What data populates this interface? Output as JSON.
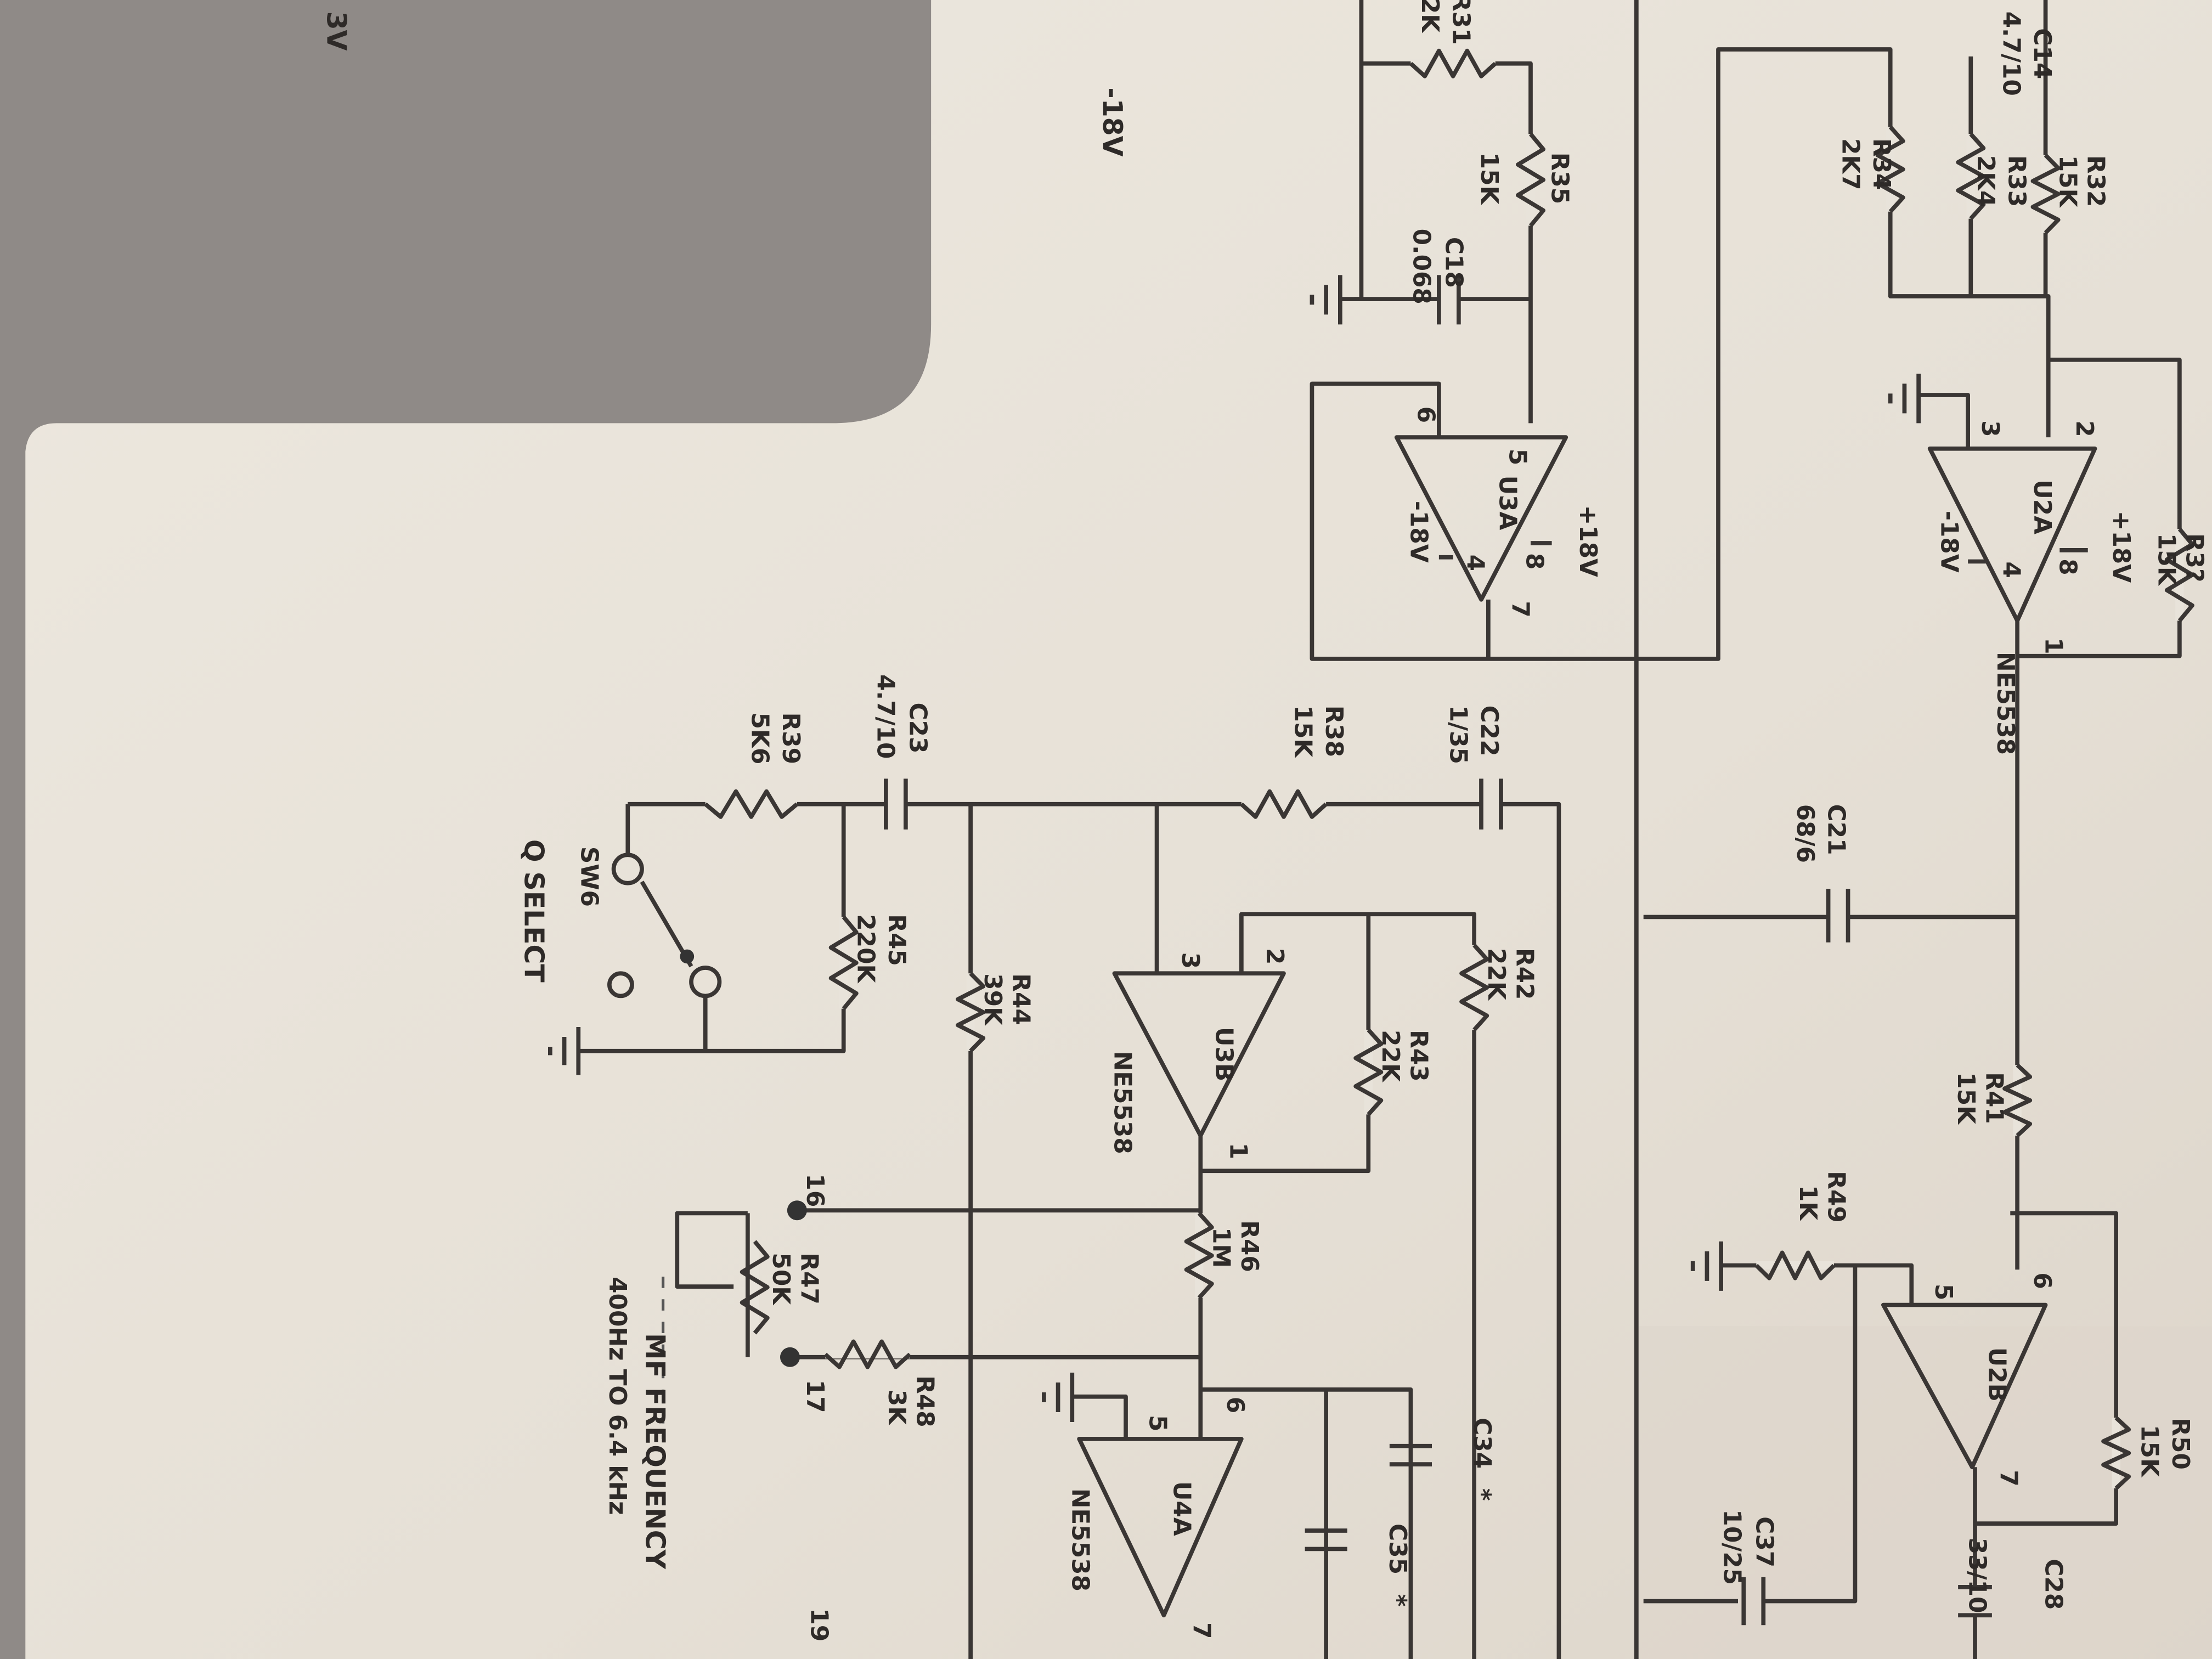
{
  "rails": {
    "left_partial": "3V",
    "left_neg": "-18V"
  },
  "u3a": {
    "ref": "U3A",
    "plus": "+18V",
    "minus": "-18V",
    "p5": "5",
    "p6": "6",
    "p7": "7",
    "p8": "8",
    "p4": "4"
  },
  "u2a": {
    "ref": "U2A",
    "plus": "+18V",
    "minus": "-18V",
    "p2": "2",
    "p3": "3",
    "p1": "1",
    "p8": "8",
    "p4": "4",
    "part": "NE5538"
  },
  "u3b": {
    "ref": "U3B",
    "p3": "3",
    "p2": "2",
    "p1": "1",
    "part": "NE5538"
  },
  "u4a": {
    "ref": "U4A",
    "p5": "5",
    "p6": "6",
    "p7": "7",
    "part": "NE5538"
  },
  "u2b": {
    "ref": "U2B",
    "p5": "5",
    "p6": "6",
    "p7": "7"
  },
  "components": {
    "r31": {
      "ref": "R31",
      "val": "2K"
    },
    "r35": {
      "ref": "R35",
      "val": "15K"
    },
    "c18": {
      "ref": "C18",
      "val": "0.068"
    },
    "c14": {
      "ref": "C14",
      "val": "4.7/10"
    },
    "r32": {
      "ref": "R32",
      "val": "15K"
    },
    "r33": {
      "ref": "R33",
      "val": "2K4"
    },
    "r34": {
      "ref": "R34",
      "val": "2K7"
    },
    "r_fb": {
      "ref": "R3?",
      "val": "15K"
    },
    "c21": {
      "ref": "C21",
      "val": "68/6"
    },
    "c22": {
      "ref": "C22",
      "val": "1/35"
    },
    "r38": {
      "ref": "R38",
      "val": "15K"
    },
    "c23": {
      "ref": "C23",
      "val": "4.7/10"
    },
    "r39": {
      "ref": "R39",
      "val": "5K6"
    },
    "r45": {
      "ref": "R45",
      "val": "220K"
    },
    "r44": {
      "ref": "R44",
      "val": "39K"
    },
    "r42": {
      "ref": "R42",
      "val": "22K"
    },
    "r43": {
      "ref": "R43",
      "val": "22K"
    },
    "r41": {
      "ref": "R41",
      "val": "15K"
    },
    "r49": {
      "ref": "R49",
      "val": "1K"
    },
    "r46": {
      "ref": "R46",
      "val": "1M"
    },
    "r47": {
      "ref": "R47",
      "val": "50K"
    },
    "r48": {
      "ref": "R48",
      "val": "3K"
    },
    "r50": {
      "ref": "R50",
      "val": "15K"
    },
    "c34": {
      "ref": "C34",
      "val": "*"
    },
    "c35": {
      "ref": "C35",
      "val": "*"
    },
    "c37": {
      "ref": "C37",
      "val": "10/25"
    },
    "c28": {
      "ref": "C28",
      "val": "33/10"
    }
  },
  "sw6": {
    "ref": "SW6",
    "label": "Q SELECT"
  },
  "pot": {
    "pin16": "16",
    "pin17": "17",
    "label": "MF FREQUENCY",
    "range": "400Hz TO 6.4 kHz",
    "pin_partial": "19"
  }
}
